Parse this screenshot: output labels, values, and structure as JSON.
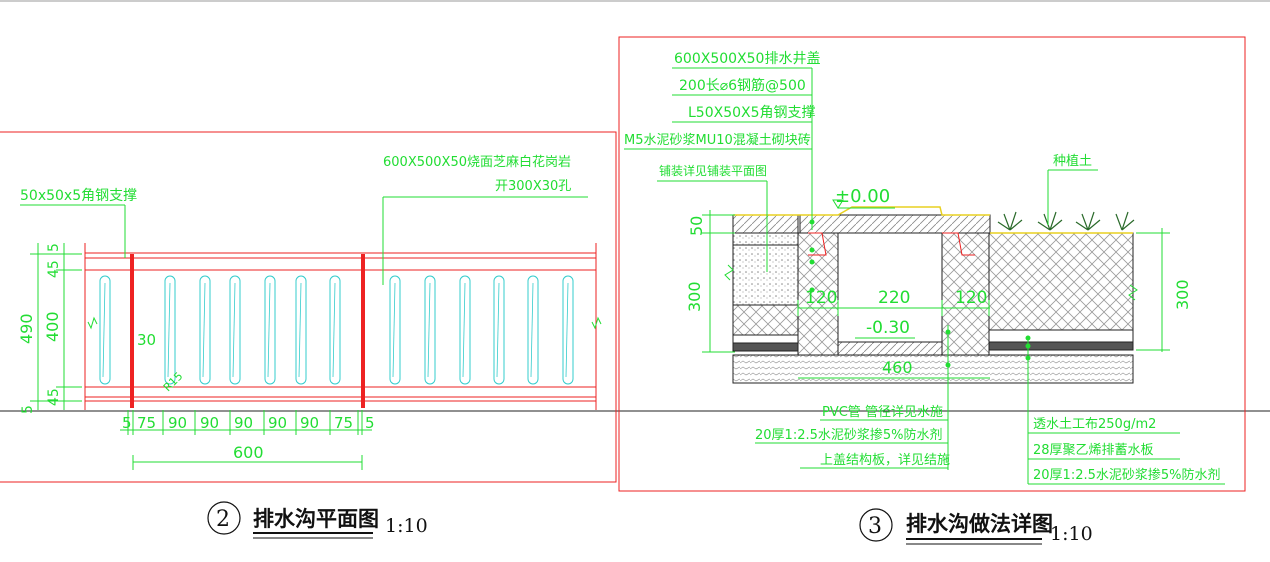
{
  "plan": {
    "label_angle_support": "50x50x5角钢支撑",
    "label_grate_1": "600X500X50烧面芝麻白花岗岩",
    "label_grate_2": "开300X30孔",
    "dim_5_top": "5",
    "dim_45_top": "45",
    "dim_490": "490",
    "dim_400": "400",
    "dim_45_bot": "45",
    "dim_5_bot": "5",
    "dim_30": "30",
    "dim_r15": "R15",
    "bottom_dims": [
      "5",
      "75",
      "90",
      "90",
      "90",
      "90",
      "90",
      "75",
      "5"
    ],
    "dim_600": "600"
  },
  "detail": {
    "callouts_top": [
      "600X500X50排水井盖",
      "200长⌀6钢筋@500",
      "L50X50X5角钢支撑",
      "M5水泥砂浆MU10混凝土砌块砖",
      "铺装详见铺装平面图"
    ],
    "label_soil": "种植土",
    "level_top": "±0.00",
    "level_bottom": "-0.30",
    "dim_50": "50",
    "dim_300_left": "300",
    "dim_300_right": "300",
    "dim_120_left": "120",
    "dim_220": "220",
    "dim_120_right": "120",
    "dim_460": "460",
    "callouts_bottom_left": [
      "PVC管 管径详见水施",
      "20厚1:2.5水泥砂浆掺5%防水剂",
      "上盖结构板，详见结施"
    ],
    "callouts_bottom_right": [
      "透水土工布250g/m2",
      "28厚聚乙烯排蓄水板",
      "20厚1:2.5水泥砂浆掺5%防水剂"
    ]
  },
  "titles": {
    "plan_number": "2",
    "plan_title": "排水沟平面图",
    "plan_scale": "1:10",
    "detail_number": "3",
    "detail_title": "排水沟做法详图",
    "detail_scale": "1:10"
  },
  "colors": {
    "annotation": "#22dd33",
    "frame": "#ee2222",
    "grate_slot": "#33cccc",
    "finish": "#e8d020"
  }
}
